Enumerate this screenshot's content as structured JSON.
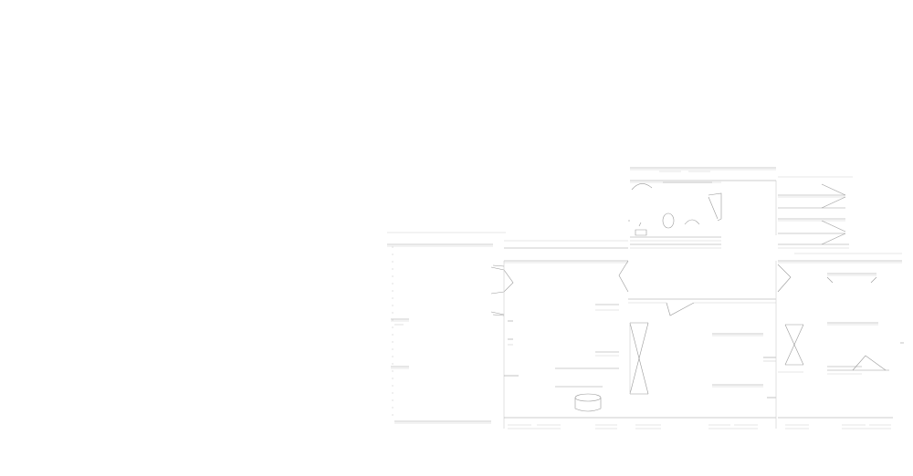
{
  "drawing": {
    "description_visible_text": "",
    "line_color": "#9a9a9a",
    "light_line_color": "#cfcfcf",
    "background": "#ffffff"
  },
  "views": [
    {
      "name": "left-elevation"
    },
    {
      "name": "front-elevation"
    },
    {
      "name": "center-section"
    },
    {
      "name": "top-plan"
    },
    {
      "name": "right-elevation"
    }
  ]
}
